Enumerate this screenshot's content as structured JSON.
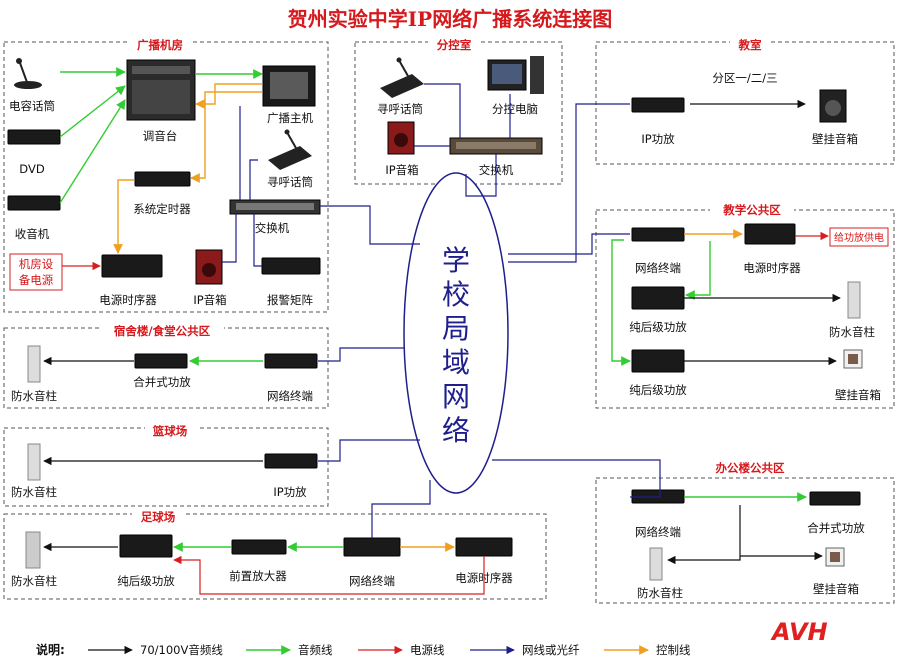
{
  "title": "贺州实验中学IP网络广播系统连接图",
  "lan_chars": [
    "学",
    "校",
    "局",
    "域",
    "网",
    "络"
  ],
  "sections": {
    "broadcast_room": "广播机房",
    "sub_control": "分控室",
    "classroom": "教室",
    "teaching_area": "教学公共区",
    "dorm": "宿舍楼/食堂公共区",
    "basketball": "篮球场",
    "office": "办公楼公共区",
    "football": "足球场"
  },
  "labels": {
    "capacitor_mic": "电容话筒",
    "dvd": "DVD",
    "radio": "收音机",
    "mixer": "调音台",
    "host": "广播主机",
    "paging_mic_room": "寻呼话筒",
    "timer": "系统定时器",
    "switch_room": "交换机",
    "power_seq_room": "电源时序器",
    "ip_speaker_room": "IP音箱",
    "alarm_matrix": "报警矩阵",
    "room_power_1": "机房设",
    "room_power_2": "备电源",
    "paging_mic_sub": "寻呼话筒",
    "sub_pc": "分控电脑",
    "ip_speaker_sub": "IP音箱",
    "switch_sub": "交换机",
    "zones": "分区一/二/三",
    "ip_amp_class": "IP功放",
    "wall_speaker_class": "壁挂音箱",
    "net_terminal_teach": "网络终端",
    "power_seq_teach": "电源时序器",
    "amp_power": "给功放供电",
    "post_amp_1": "纯后级功放",
    "waterproof_teach": "防水音柱",
    "post_amp_2": "纯后级功放",
    "wall_speaker_teach": "壁挂音箱",
    "waterproof_dorm": "防水音柱",
    "combined_amp_dorm": "合并式功放",
    "net_terminal_dorm": "网络终端",
    "waterproof_bball": "防水音柱",
    "ip_amp_bball": "IP功放",
    "net_terminal_office": "网络终端",
    "combined_amp_office": "合并式功放",
    "waterproof_office": "防水音柱",
    "wall_speaker_office": "壁挂音箱",
    "waterproof_fb": "防水音柱",
    "post_amp_fb": "纯后级功放",
    "preamp_fb": "前置放大器",
    "net_terminal_fb": "网络终端",
    "power_seq_fb": "电源时序器"
  },
  "legend": {
    "heading": "说明:",
    "items": [
      {
        "label": "70/100V音频线",
        "color": "#111111"
      },
      {
        "label": "音频线",
        "color": "#33cc33"
      },
      {
        "label": "电源线",
        "color": "#d62020"
      },
      {
        "label": "网线或光纤",
        "color": "#1f1f8c"
      },
      {
        "label": "控制线",
        "color": "#f0a020"
      }
    ]
  },
  "logo": "AVH"
}
